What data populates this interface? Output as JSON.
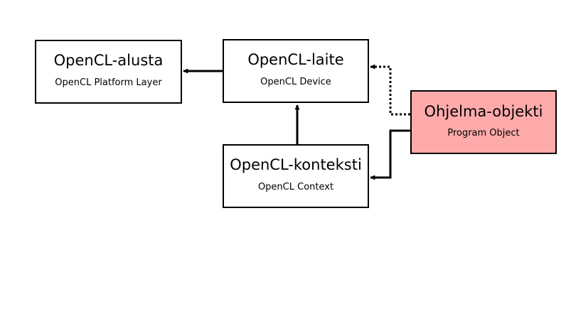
{
  "nodes": {
    "platform": {
      "title": "OpenCL-alusta",
      "subtitle": "OpenCL Platform Layer"
    },
    "device": {
      "title": "OpenCL-laite",
      "subtitle": "OpenCL Device"
    },
    "context": {
      "title": "OpenCL-konteksti",
      "subtitle": "OpenCL Context"
    },
    "program": {
      "title": "Ohjelma-objekti",
      "subtitle": "Program Object"
    }
  },
  "colors": {
    "program_fill": "#ffaaaa",
    "default_fill": "#ffffff",
    "stroke": "#000000"
  },
  "edges": [
    {
      "from": "device",
      "to": "platform",
      "style": "solid"
    },
    {
      "from": "context",
      "to": "device",
      "style": "solid"
    },
    {
      "from": "program",
      "to": "device",
      "style": "dotted"
    },
    {
      "from": "program",
      "to": "context",
      "style": "solid"
    }
  ]
}
